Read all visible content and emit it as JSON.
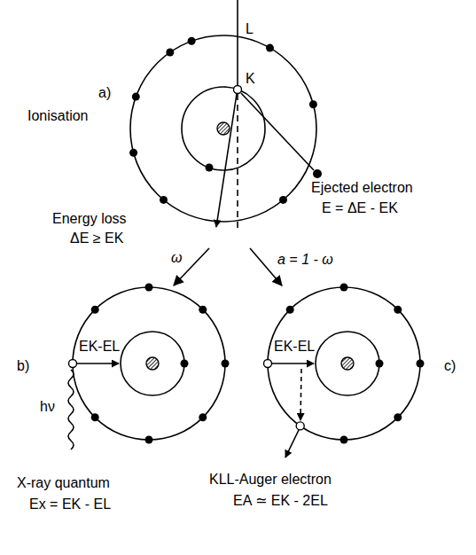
{
  "diagram": {
    "labels": [
      "L",
      "K",
      "a)",
      "Ionisation",
      "Ejected electron",
      "E = ΔE - EK",
      "Energy loss",
      "ΔE ≥ EK",
      "ω",
      "a = 1 - ω",
      "b)",
      "EK-EL",
      "hν",
      "X-ray quantum",
      "Ex = EK - EL",
      "c)",
      "EK-EL",
      "KLL-Auger electron",
      "EA ≃ EK - 2EL"
    ]
  }
}
